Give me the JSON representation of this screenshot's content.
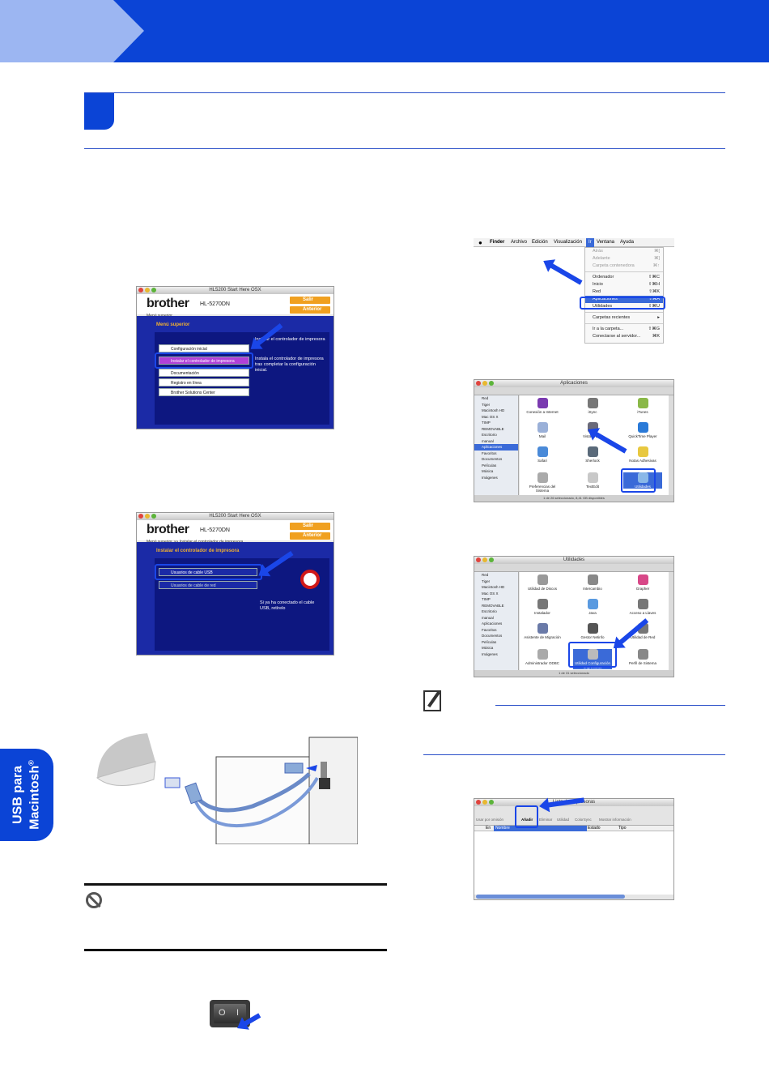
{
  "side_tab": {
    "line1": "USB para",
    "line2": "Macintosh",
    "mark": "®"
  },
  "brother_window_1": {
    "title": "HL5200 Start Here OSX",
    "logo": "brother",
    "model": "HL-5270DN",
    "breadcrumb": "Menú superior",
    "exit_button": "Salir",
    "back_button": "Anterior",
    "section_title": "Menú superior",
    "menu_items": [
      "Configuración inicial",
      "Instalar el controlador de impresora",
      "Documentación",
      "Registro en línea",
      "Brother Solutions Center"
    ],
    "desc_top": "Instalar el controlador de impresora",
    "desc_bottom": "Instala el controlador de impresora tras completar la configuración inicial."
  },
  "brother_window_2": {
    "title": "HL5200 Start Here OSX",
    "logo": "brother",
    "model": "HL-5270DN",
    "breadcrumb": "Menú superior >> Instalar el controlador de impresora",
    "exit_button": "Salir",
    "back_button": "Anterior",
    "section_title": "Instalar el controlador de impresora",
    "options": [
      "Usuarios de cable USB",
      "Usuarios de cable de red"
    ],
    "caption": "Si ya ha conectado el cable USB, retírelo"
  },
  "menubar": {
    "items": [
      "Finder",
      "Archivo",
      "Edición",
      "Visualización",
      "Ir",
      "Ventana",
      "Ayuda"
    ]
  },
  "go_menu": {
    "items": [
      {
        "label": "Atrás",
        "shortcut": "⌘[",
        "dim": true
      },
      {
        "label": "Adelante",
        "shortcut": "⌘]",
        "dim": true
      },
      {
        "label": "Carpeta contenedora",
        "shortcut": "⌘↑",
        "dim": true
      },
      {
        "label": "Ordenador",
        "shortcut": "⇧⌘C",
        "dim": false
      },
      {
        "label": "Inicio",
        "shortcut": "⇧⌘H",
        "dim": false
      },
      {
        "label": "Red",
        "shortcut": "⇧⌘K",
        "dim": false
      },
      {
        "label": "Aplicaciones",
        "shortcut": "⇧⌘A",
        "dim": false,
        "selected": true
      },
      {
        "label": "Utilidades",
        "shortcut": "⇧⌘U",
        "dim": false
      },
      {
        "label": "Carpetas recientes",
        "shortcut": "▸",
        "dim": false
      },
      {
        "label": "Ir a la carpeta...",
        "shortcut": "⇧⌘G",
        "dim": false
      },
      {
        "label": "Conectarse al servidor...",
        "shortcut": "⌘K",
        "dim": false
      }
    ]
  },
  "finder_sidebar": [
    "Red",
    "Tiger",
    "Macintosh HD",
    "Mac OS X",
    "TIMP",
    "REMOVABLE",
    "Escritorio",
    "manual",
    "Aplicaciones",
    "Favoritos",
    "Documentos",
    "Películas",
    "Música",
    "Imágenes"
  ],
  "finder_apps": {
    "title": "Aplicaciones",
    "icons": [
      "Conexión a Internet",
      "iSync",
      "iTunes",
      "Mail",
      "Vista Previa",
      "QuickTime Player",
      "Safari",
      "Sherlock",
      "Notas Adhesivas",
      "Preferencias del Sistema",
      "TextEdit",
      "Utilidades"
    ],
    "status": "1 de 26 seleccionado, 8,41 GB disponibles"
  },
  "finder_utils": {
    "title": "Utilidades",
    "icons": [
      "Utilidad de Discos",
      "Intercambio",
      "Grapher",
      "Instalador",
      "Java",
      "Acceso a Llaves",
      "Asistente de Migración",
      "Gestor Netinfo",
      "Utilidad de Red",
      "Administrador ODBC",
      "Utilidad Configuración Impresoras",
      "Perfil de Sistema"
    ],
    "status": "1 de 31 seleccionado"
  },
  "printer_list": {
    "title": "Lista de impresoras",
    "toolbar": [
      "Usar por omisión",
      "Añadir",
      "Eliminar",
      "Utilidad",
      "ColorSync",
      "Mostrar información"
    ],
    "columns": [
      "En",
      "Nombre",
      "Estado",
      "Tipo"
    ]
  },
  "switch": {
    "off": "O",
    "on": "I"
  }
}
